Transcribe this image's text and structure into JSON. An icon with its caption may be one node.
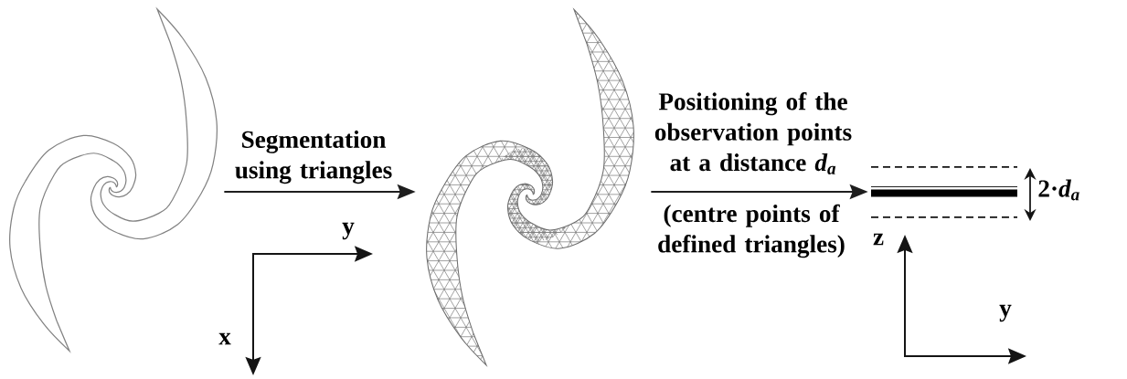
{
  "diagram": {
    "nodes": [
      {
        "text": [],
        "shape": "picture"
      },
      {
        "text": [],
        "shape": "picture"
      },
      {
        "text": [],
        "shape": "bar"
      }
    ],
    "edges": [
      {
        "from": 0,
        "to": 1,
        "arrow": "to",
        "label": "Segmentation using triangles"
      },
      {
        "from": 1,
        "to": 2,
        "arrow": "to",
        "label": "Positioning of the observation points at a distance *d$_{a}$*"
      }
    ],
    "labels": [
      "y",
      "x",
      "(centre points of defined triangles)",
      "2·*d$_{a}$*",
      "z",
      "y"
    ]
  }
}
